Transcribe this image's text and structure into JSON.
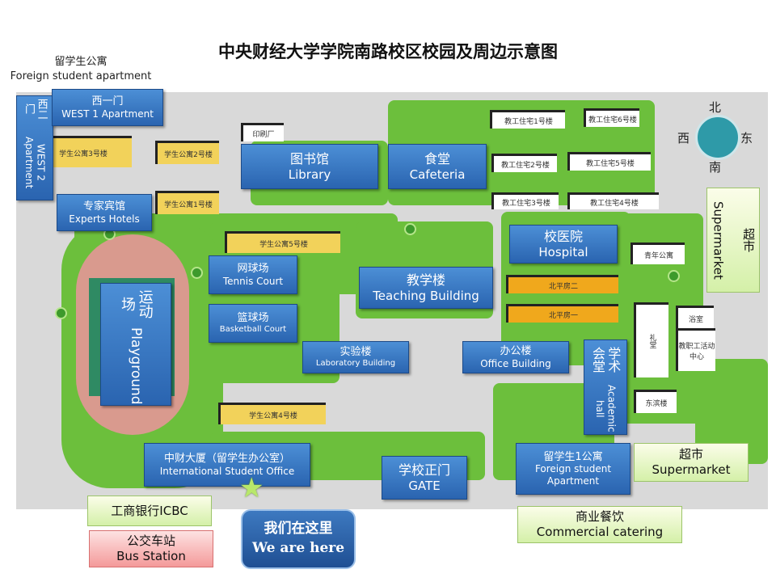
{
  "title": "中央财经大学学院南路校区校园及周边示意图",
  "foreign_student_apartment": {
    "cn": "留学生公寓",
    "en": "Foreign student apartment"
  },
  "compass": {
    "north": "北",
    "south": "南",
    "west": "西",
    "east": "东"
  },
  "labels": {
    "west1": {
      "cn": "西一门",
      "en": "WEST 1 Apartment"
    },
    "west2": {
      "cn": "西二门",
      "en": "WEST 2 Apartment"
    },
    "experts": {
      "cn": "专家宾馆",
      "en": "Experts Hotels"
    },
    "library": {
      "cn": "图书馆",
      "en": "Library"
    },
    "cafeteria": {
      "cn": "食堂",
      "en": "Cafeteria"
    },
    "hospital": {
      "cn": "校医院",
      "en": "Hospital"
    },
    "tennis": {
      "cn": "网球场",
      "en": "Tennis Court"
    },
    "basketball": {
      "cn": "篮球场",
      "en": "Basketball Court"
    },
    "teaching": {
      "cn": "教学楼",
      "en": "Teaching Building"
    },
    "playground": {
      "cn": "运动场",
      "en": "Playground"
    },
    "lab": {
      "cn": "实验楼",
      "en": "Laboratory Building"
    },
    "office": {
      "cn": "办公楼",
      "en": "Office Building"
    },
    "academic": {
      "cn": "学术会堂",
      "en": "Academic hall"
    },
    "intl": {
      "cn": "中财大厦（留学生办公室）",
      "en": "International Student Office"
    },
    "gate": {
      "cn": "学校正门",
      "en": "GATE"
    },
    "foreign_apt": {
      "cn": "留学生1公寓",
      "en1": "Foreign student",
      "en2": "Apartment"
    }
  },
  "outside": {
    "supermarket_east": {
      "cn": "超市",
      "en": "Supermarket"
    },
    "supermarket_south": {
      "cn": "超市",
      "en": "Supermarket"
    },
    "icbc": "工商银行ICBC",
    "bus": {
      "cn": "公交车站",
      "en": "Bus Station"
    },
    "commercial": {
      "cn": "商业餐饮",
      "en": "Commercial catering"
    }
  },
  "you_are_here": {
    "cn": "我们在这里",
    "en": "We are here"
  },
  "buildings": {
    "dorm1": "学生公寓1号楼",
    "dorm2": "学生公寓2号楼",
    "dorm3": "学生公寓3号楼",
    "dorm4": "学生公寓4号楼",
    "dorm5": "学生公寓5号楼",
    "print": "印刷厂",
    "staff1": "教工住宅1号楼",
    "staff2": "教工住宅2号楼",
    "staff3": "教工住宅3号楼",
    "staff4": "教工住宅4号楼",
    "staff5": "教工住宅5号楼",
    "staff6": "教工住宅6号楼",
    "bp2": "北平房二",
    "bp1": "北平房一",
    "youth": "青年公寓",
    "bath": "浴室",
    "auditorium": "礼堂",
    "staff_center": "教职工活动中心",
    "dongbin": "东滨楼"
  },
  "colors": {
    "label_blue": "#2a64b0",
    "grass": "#6cbf3c",
    "road": "#d9d9d9"
  }
}
